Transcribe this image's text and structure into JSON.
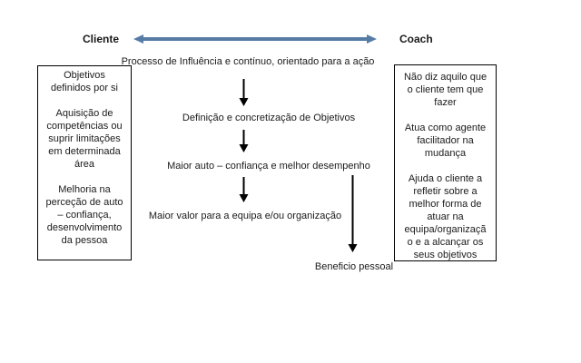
{
  "headers": {
    "left": "Cliente",
    "right": "Coach"
  },
  "relationship_arrow": {
    "description": "double-headed-arrow-between-cliente-and-coach",
    "color": "#567CA6"
  },
  "flow": {
    "step1": "Processo de Influência e contínuo, orientado para a ação",
    "step2": "Definição e concretização de Objetivos",
    "step3": "Maior auto – confiança e melhor desempenho",
    "step4": "Maior valor para a equipa e/ou organização",
    "step5": "Beneficio pessoal"
  },
  "left_box": {
    "lines": [
      "Objetivos",
      "definidos por si",
      "",
      "Aquisição de",
      "competências ou",
      "suprir limitações",
      "em determinada",
      "área",
      "",
      "Melhoria na",
      "perceção de auto",
      "– confiança,",
      "desenvolvimento",
      "da pessoa"
    ]
  },
  "right_box": {
    "lines": [
      "Não diz aquilo que",
      "o cliente tem que",
      "fazer",
      "",
      "Atua como agente",
      "facilitador na",
      "mudança",
      "",
      "Ajuda o cliente a",
      "refletir sobre a",
      "melhor forma de",
      "atuar na",
      "equipa/organizaçã",
      "o e a alcançar os",
      "seus objetivos"
    ]
  },
  "colors": {
    "arrow_blue": "#567CA6",
    "text": "#1a1a1a",
    "line": "#000000",
    "background": "#ffffff"
  }
}
